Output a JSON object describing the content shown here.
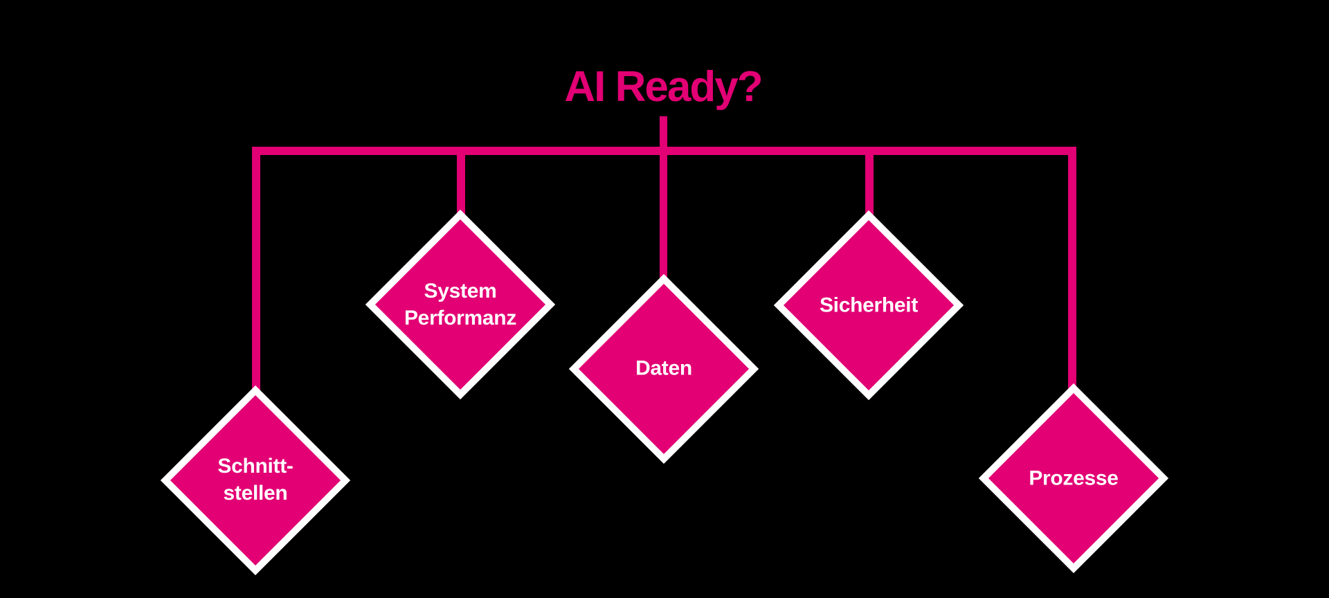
{
  "title": "AI Ready?",
  "colors": {
    "accent_magenta": "#e20074",
    "background": "#000000",
    "node_fill": "#e20074",
    "node_border": "#ffffff",
    "node_text": "#ffffff"
  },
  "nodes": [
    {
      "id": "schnittstellen",
      "label": "Schnitt-\nstellen"
    },
    {
      "id": "system-performanz",
      "label": "System\nPerformanz"
    },
    {
      "id": "daten",
      "label": "Daten"
    },
    {
      "id": "sicherheit",
      "label": "Sicherheit"
    },
    {
      "id": "prozesse",
      "label": "Prozesse"
    }
  ]
}
